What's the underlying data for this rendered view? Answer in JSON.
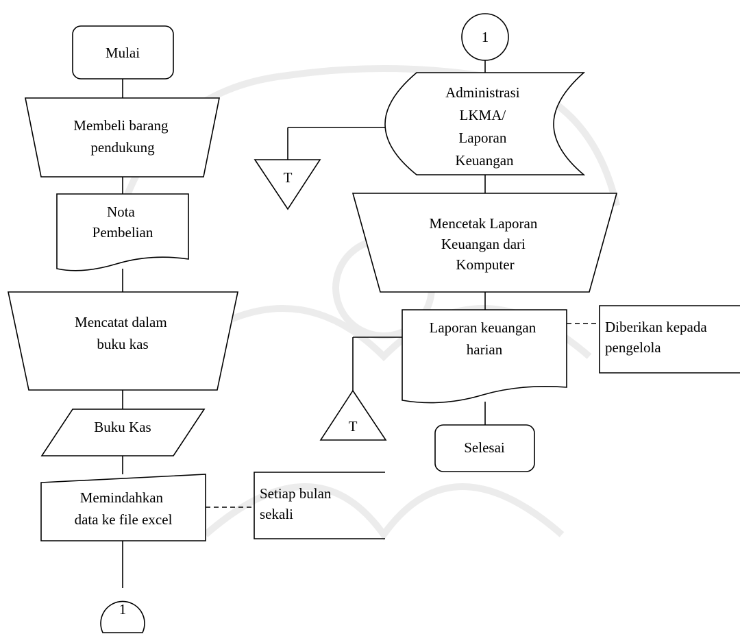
{
  "nodes": {
    "mulai": {
      "lines": [
        "Mulai"
      ]
    },
    "membeli": {
      "lines": [
        "Membeli barang",
        "pendukung"
      ]
    },
    "nota": {
      "lines": [
        "Nota",
        "Pembelian"
      ]
    },
    "mencatat": {
      "lines": [
        "Mencatat dalam",
        "buku kas"
      ]
    },
    "buku_kas": {
      "lines": [
        "Buku Kas"
      ]
    },
    "memindahkan": {
      "lines": [
        "Memindahkan",
        "data ke file excel"
      ]
    },
    "setiap_bulan": {
      "lines": [
        "Setiap bulan",
        "sekali"
      ]
    },
    "connector_bottom": {
      "lines": [
        "1"
      ]
    },
    "connector_top": {
      "lines": [
        "1"
      ]
    },
    "administrasi": {
      "lines": [
        "Administrasi",
        "LKMA/",
        "Laporan",
        "Keuangan"
      ]
    },
    "offline_1": {
      "lines": [
        "T"
      ]
    },
    "mencetak": {
      "lines": [
        "Mencetak Laporan",
        "Keuangan dari",
        "Komputer"
      ]
    },
    "laporan_harian": {
      "lines": [
        "Laporan keuangan",
        "harian"
      ]
    },
    "diberikan": {
      "lines": [
        "Diberikan kepada",
        "pengelola"
      ]
    },
    "offline_2": {
      "lines": [
        "T"
      ]
    },
    "selesai": {
      "lines": [
        "Selesai"
      ]
    }
  }
}
